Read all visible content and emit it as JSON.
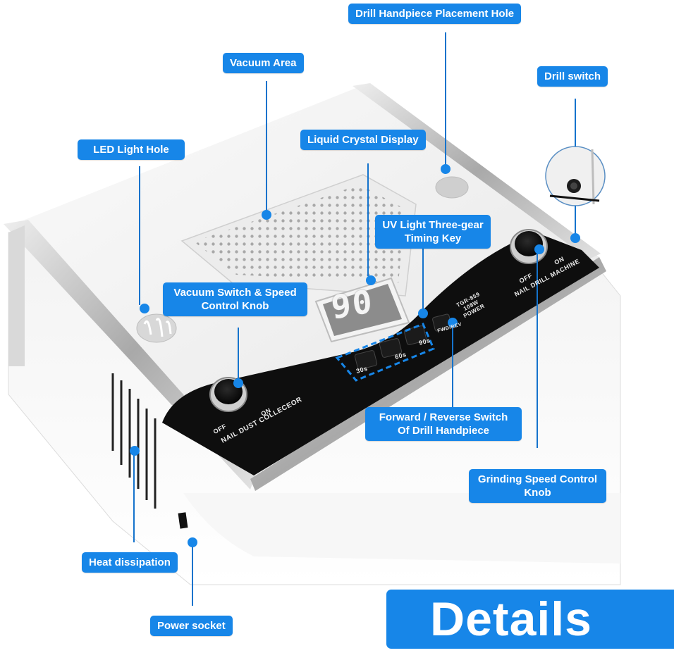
{
  "colors": {
    "accent": "#1786e8",
    "label_text": "#ffffff",
    "panel": "#111111",
    "body": "#f2f2f2",
    "chrome": "#c8c8c8"
  },
  "title": "Details",
  "labels": {
    "drill_handpiece_hole": "Drill Handpiece Placement Hole",
    "vacuum_area": "Vacuum Area",
    "drill_switch": "Drill switch",
    "led_light_hole": "LED Light Hole",
    "lcd": "Liquid Crystal Display",
    "uv_timing_key": "UV Light Three-gear Timing Key",
    "vacuum_switch": "Vacuum Switch & Speed Control Knob",
    "forward_reverse": "Forward / Reverse Switch Of Drill Handpiece",
    "grinding_speed": "Grinding Speed Control Knob",
    "heat_dissipation": "Heat dissipation",
    "power_socket": "Power socket"
  },
  "device": {
    "display_value": "90",
    "timer_keys": [
      "30s",
      "60s",
      "90s"
    ],
    "fwd_rev_key": "FWD/REV",
    "model_lines": [
      "TGR-859",
      "108W",
      "POWER"
    ],
    "left_knob": {
      "off": "OFF",
      "on": "ON",
      "caption": "NAIL DUST COLLECEOR"
    },
    "right_knob": {
      "off": "OFF",
      "on": "ON",
      "caption": "NAIL DRILL MACHINE"
    }
  }
}
